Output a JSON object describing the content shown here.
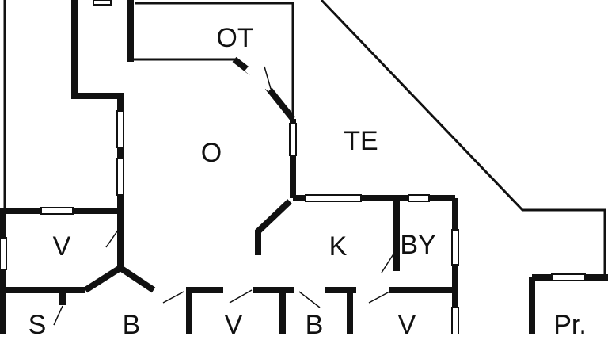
{
  "plan": {
    "rooms": {
      "ot": "OT",
      "o": "O",
      "te": "TE",
      "v_left": "V",
      "k": "K",
      "by": "BY",
      "s": "S",
      "b_left": "B",
      "v_mid": "V",
      "b_mid": "B",
      "v_right": "V",
      "pr": "Pr."
    },
    "colors": {
      "wall": "#111111",
      "background": "#ffffff",
      "window_fill": "#ffffff"
    }
  }
}
